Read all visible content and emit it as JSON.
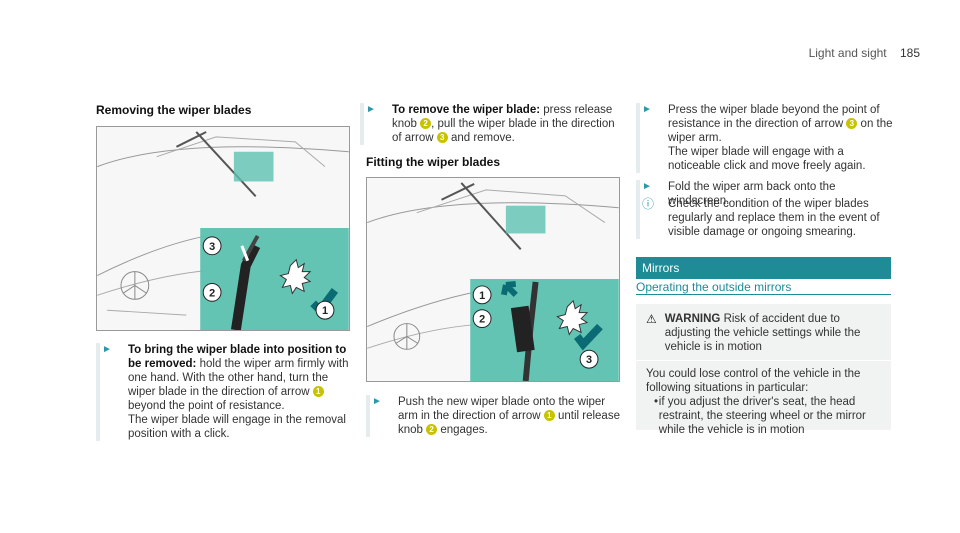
{
  "header": {
    "section": "Light and sight",
    "page": "185"
  },
  "col1": {
    "heading": "Removing the wiper blades",
    "step1_label": "To bring the wiper blade into position to be removed:",
    "step1_text_a": "hold the wiper arm firmly with one hand. With the other hand, turn the wiper blade in the direction of arrow",
    "step1_text_b": "beyond the point of resistance.",
    "step1_text_c": "The wiper blade will engage in the removal position with a click.",
    "n1": "1"
  },
  "col2": {
    "step2_label": "To remove the wiper blade:",
    "step2_text_a": "press release knob",
    "step2_text_b": ", pull the wiper blade in the direction of arrow",
    "step2_text_c": "and remove.",
    "heading": "Fitting the wiper blades",
    "step3_text_a": "Push the new wiper blade onto the wiper arm in the direction of arrow",
    "step3_text_b": "until release knob",
    "step3_text_c": "engages.",
    "n1": "1",
    "n2": "2",
    "n3": "3"
  },
  "col3": {
    "step4_text_a": "Press the wiper blade beyond the point of resistance in the direction of arrow",
    "step4_text_b": "on the wiper arm.",
    "step4_text_c": "The wiper blade will engage with a noticeable click and move freely again.",
    "step5_text": "Fold the wiper arm back onto the windscreen.",
    "info_text": "Check the condition of the wiper blades regularly and replace them in the event of visible damage or ongoing smearing.",
    "band": "Mirrors",
    "subhead": "Operating the outside mirrors",
    "warn_label": "WARNING",
    "warn_title": "Risk of accident due to adjusting the vehicle settings while the vehicle is in motion",
    "warn_body": "You could lose control of the vehicle in the following situations in particular:",
    "warn_bullet": "if you adjust the driver's seat, the head restraint, the steering wheel or the mirror while the vehicle is in motion",
    "n3": "3"
  },
  "figures": {
    "fig1_callouts": [
      "3",
      "2",
      "1"
    ],
    "fig2_callouts": [
      "1",
      "2",
      "3"
    ]
  },
  "colors": {
    "accent": "#1e8b96",
    "callout": "#c9c200",
    "highlight": "#5cc1b0"
  }
}
